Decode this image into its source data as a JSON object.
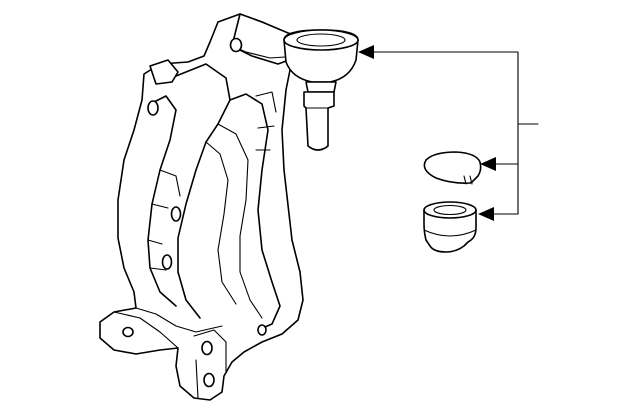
{
  "diagram": {
    "background_color": "#ffffff",
    "line_color": "#000000",
    "parts": [
      {
        "name": "steering-knuckle",
        "label": ""
      },
      {
        "name": "ball-joint",
        "label": ""
      },
      {
        "name": "snap-ring",
        "label": ""
      },
      {
        "name": "dust-boot",
        "label": ""
      }
    ],
    "callout_label": ""
  }
}
